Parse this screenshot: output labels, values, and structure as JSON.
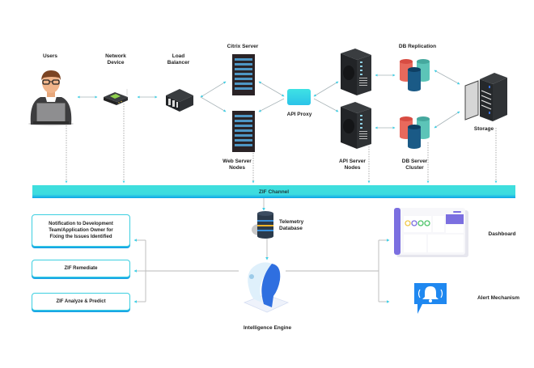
{
  "diagram": {
    "nodes": {
      "users": "Users",
      "network_device": "Network\nDevice",
      "load_balancer": "Load\nBalancer",
      "citrix_server": "Citrix Server",
      "web_server_nodes": "Web Server\nNodes",
      "api_proxy": "API Proxy",
      "api_server_nodes": "API Server\nNodes",
      "db_replication": "DB Replication",
      "db_server_cluster": "DB Server\nCluster",
      "storage": "Storage",
      "zif_channel": "ZIF Channel",
      "telemetry_database": "Telemetry\nDatabase",
      "intelligence_engine": "Intelligence Engine",
      "dashboard": "Dashboard",
      "alert_mechanism": "Alert Mechanism"
    },
    "outputs": [
      "Notification to Development\nTeam/Application Owner for\nFixing the Issues Identified",
      "ZIF Remediate",
      "ZIF Analyze & Predict"
    ],
    "colors": {
      "arrow": "#3fd0e6",
      "line": "#a8a8a8",
      "channel": "#3ddcdf",
      "box_border": "#3ccfe0",
      "server_dark": "#26292c",
      "db_red": "#e65a4f",
      "db_teal": "#4fb8ae",
      "db_navy": "#114a73",
      "alert_blue": "#1f88f0",
      "dashboard_purple": "#7b6fe0"
    }
  }
}
